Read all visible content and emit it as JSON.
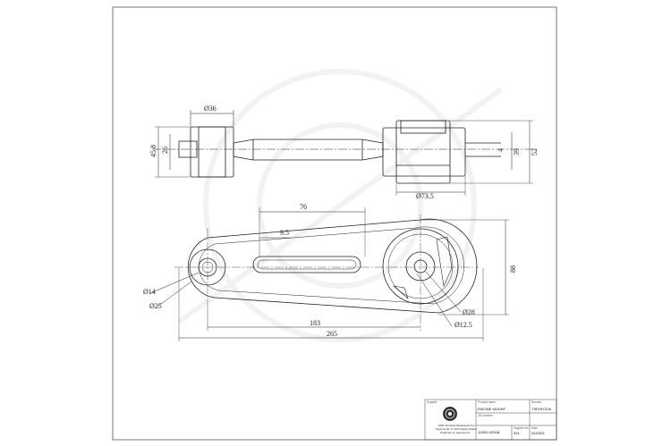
{
  "drawing": {
    "top_view_dims": {
      "d_36": "Ø36",
      "d_45_8": "45.8",
      "d_26": "26",
      "d_39": "39",
      "d_52": "52",
      "d_4": "4",
      "d_73_5": "Ø73.5"
    },
    "front_view_dims": {
      "d_76": "76",
      "d_9_5": "9.5",
      "d_88": "88",
      "d_14": "Ø14",
      "d_25": "Ø25",
      "d_28": "Ø28",
      "d_12_5": "Ø12.5",
      "d_183": "183",
      "d_265": "265"
    }
  },
  "title_block": {
    "supplier_label": "Supplier",
    "supplier_line1": "ZAKŁ Wyrobów Metalowych S.A.",
    "supplier_line2": "Opoczna 40, 47-400 Kraków, Poland",
    "supplier_line3": "info@zwm.pl, www.zwm.pl",
    "product_label": "Product name",
    "product_name": "ENGINE MOUNT",
    "oe_label": "OE Number",
    "oe_number": "11360-JG00A",
    "supplier_no_label": "Number",
    "supplier_no": "TSRJ9YZ2A",
    "qty_label": "Supplier No",
    "qty": "001",
    "date_label": "Date",
    "date": "02/2023"
  }
}
